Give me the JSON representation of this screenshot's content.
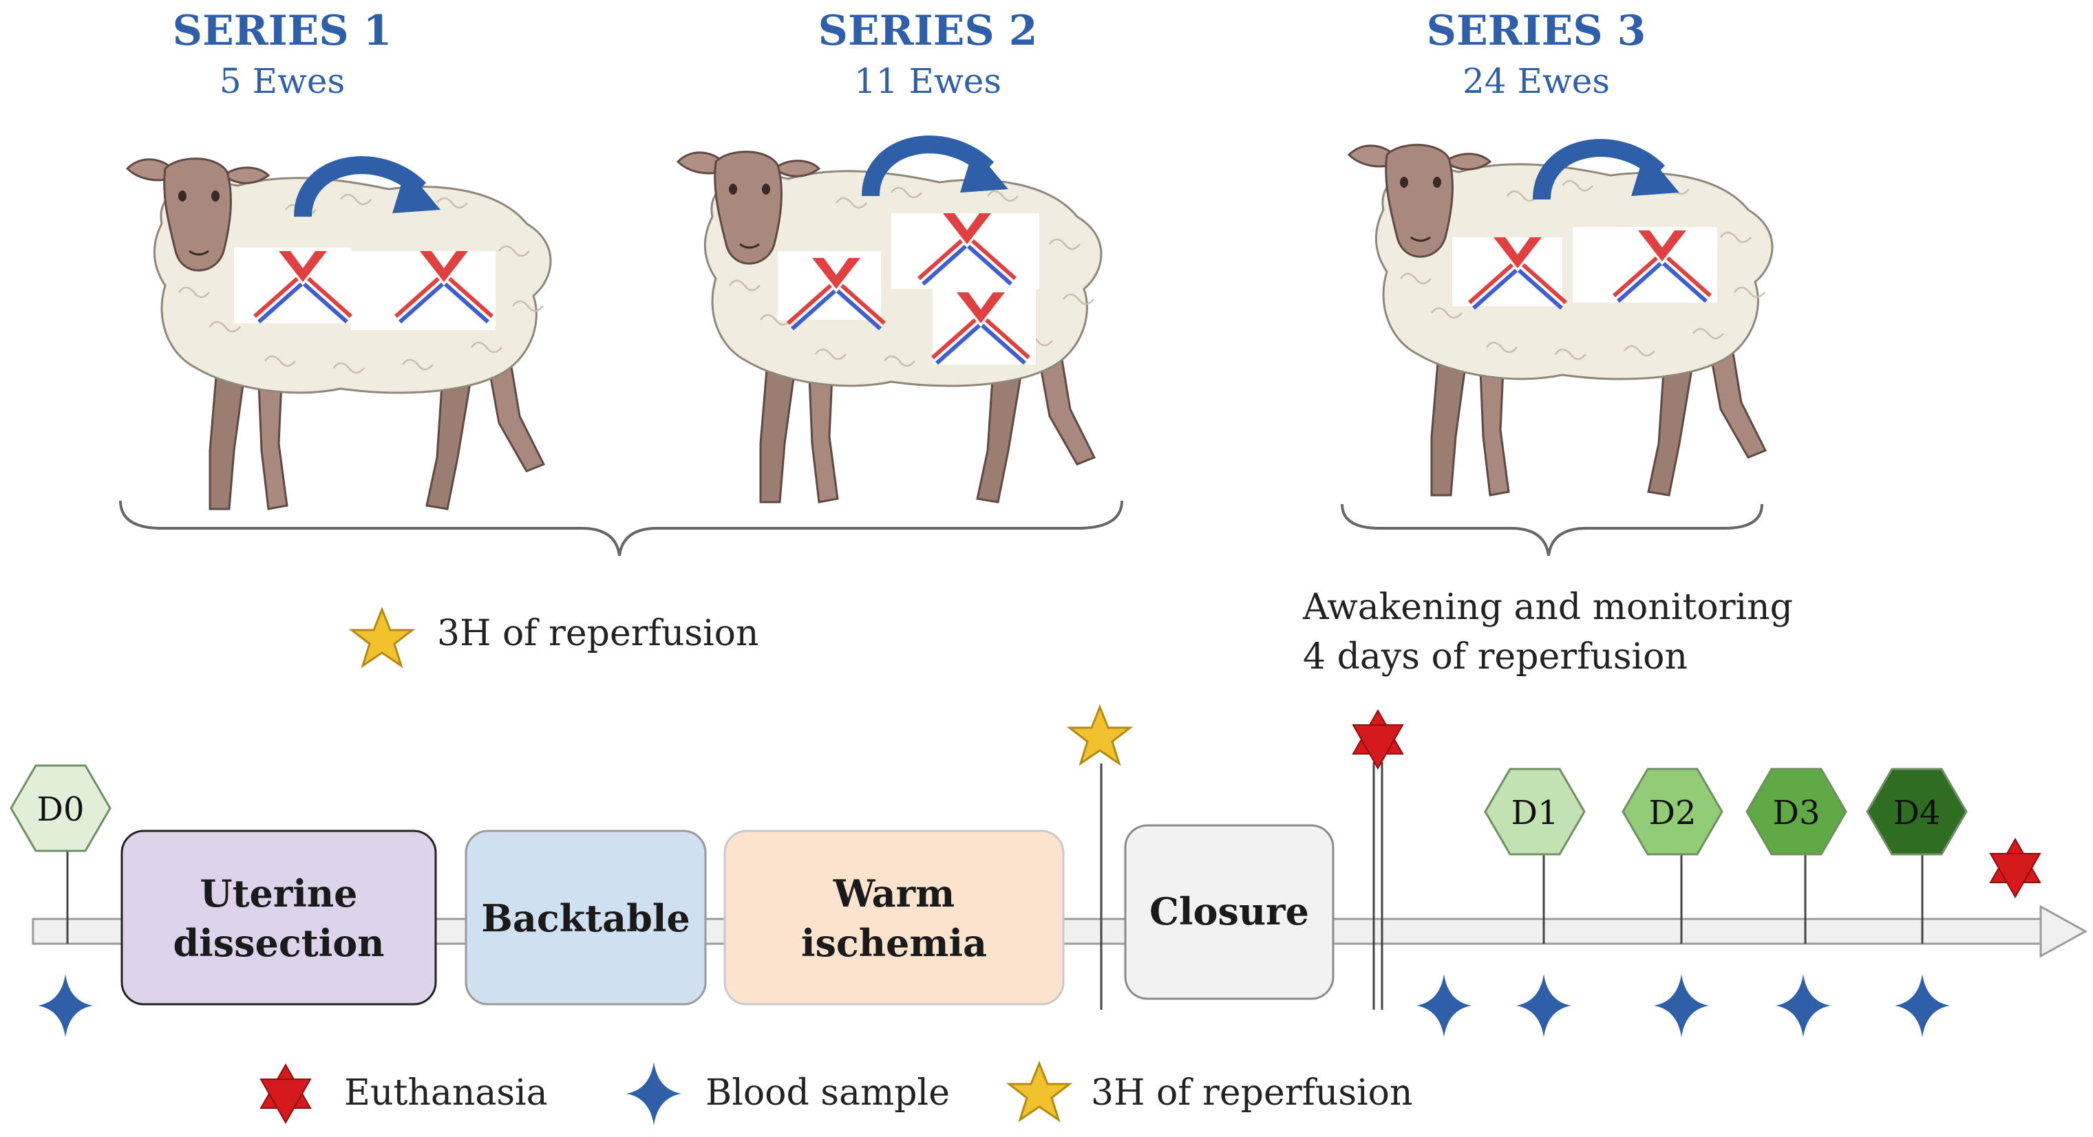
{
  "series": [
    {
      "title": "SERIES 1",
      "subtitle": "5 Ewes"
    },
    {
      "title": "SERIES 2",
      "subtitle": "11 Ewes"
    },
    {
      "title": "SERIES 3",
      "subtitle": "24 Ewes"
    }
  ],
  "brace_notes": {
    "left": "3H of reperfusion",
    "right_line1": "Awakening and monitoring",
    "right_line2": "4 days of reperfusion"
  },
  "timeline": {
    "day0": "D0",
    "steps": [
      {
        "line1": "Uterine",
        "line2": "dissection",
        "fill": "#ddd3ea"
      },
      {
        "line1": "Backtable",
        "line2": "",
        "fill": "#cfe0f1"
      },
      {
        "line1": "Warm",
        "line2": "ischemia",
        "fill": "#fbe3cd"
      },
      {
        "line1": "Closure",
        "line2": "",
        "fill": "#f2f2f2"
      }
    ],
    "days": [
      {
        "label": "D1",
        "fill": "#c3e2b3"
      },
      {
        "label": "D2",
        "fill": "#92cc77"
      },
      {
        "label": "D3",
        "fill": "#5faa45"
      },
      {
        "label": "D4",
        "fill": "#2f6e22"
      }
    ]
  },
  "legend": {
    "euthanasia": "Euthanasia",
    "blood_sample": "Blood sample",
    "reperfusion": "3H of reperfusion"
  },
  "colors": {
    "series_title": "#2e5fa8",
    "arrow": "#2e5fa8",
    "euthanasia": "#d6191c",
    "blood_sample": "#2e5fa8",
    "reperfusion": "#f2c12e",
    "sheep_wool": "#f1ece0",
    "sheep_skin": "#a9897d",
    "graft_vessel_red": "#e0403f",
    "graft_vessel_blue": "#3f5fcf"
  }
}
